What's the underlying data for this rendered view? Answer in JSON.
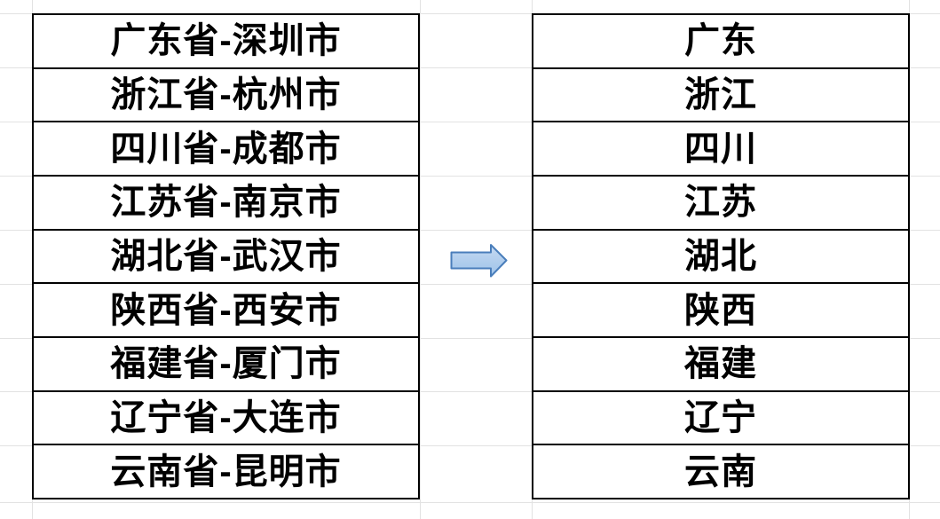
{
  "sheet": {
    "background": "#FFFFFF",
    "gridline_color": "#E2E2E2",
    "table_border_color": "#000000",
    "text_color": "#000000"
  },
  "left_table": {
    "rows": [
      "广东省-深圳市",
      "浙江省-杭州市",
      "四川省-成都市",
      "江苏省-南京市",
      "湖北省-武汉市",
      "陕西省-西安市",
      "福建省-厦门市",
      "辽宁省-大连市",
      "云南省-昆明市"
    ]
  },
  "right_table": {
    "rows": [
      "广东",
      "浙江",
      "四川",
      "江苏",
      "湖北",
      "陕西",
      "福建",
      "辽宁",
      "云南"
    ]
  },
  "arrow": {
    "fill_top": "#C5D9F1",
    "fill_bottom": "#9EC3E9",
    "stroke": "#4A7EBB"
  }
}
